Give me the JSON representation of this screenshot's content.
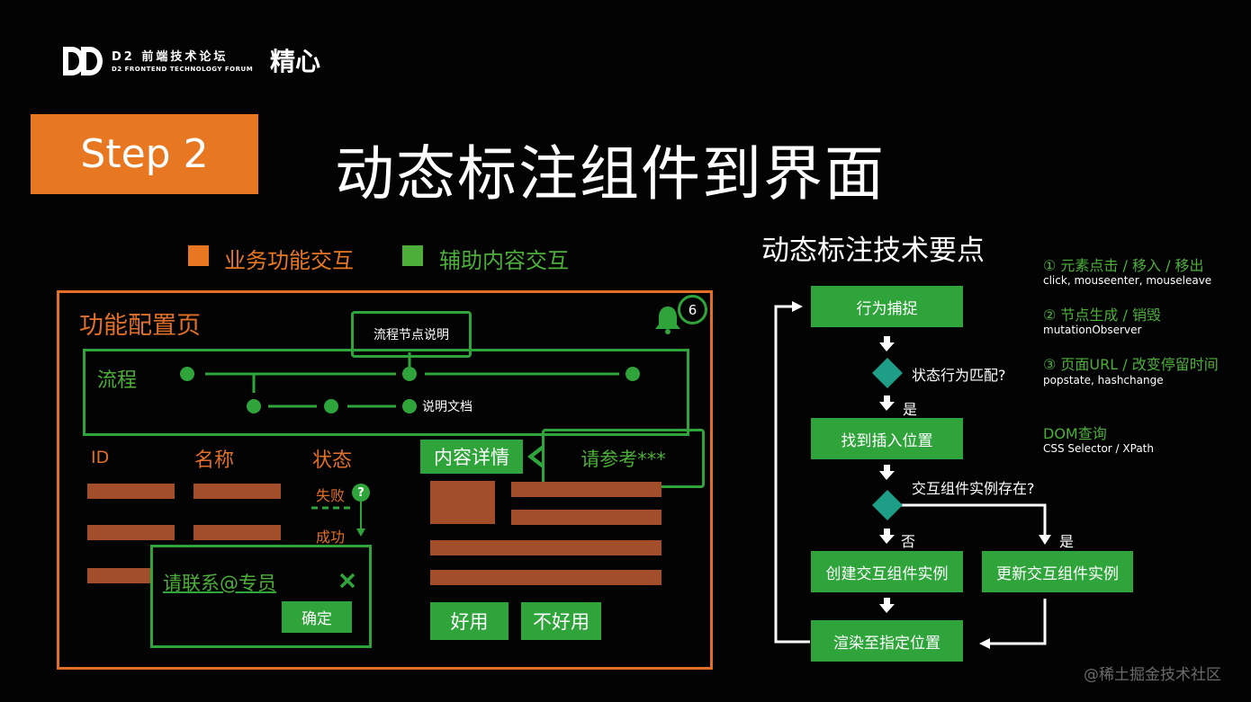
{
  "brand": {
    "logo_mark": "DD",
    "name_cn": "D2 前端技术论坛",
    "name_en": "D2 FRONTEND TECHNOLOGY FORUM",
    "partner": "精心"
  },
  "step_badge": "Step 2",
  "title": "动态标注组件到界面",
  "legend": [
    {
      "label": "业务功能交互",
      "color": "#E87722"
    },
    {
      "label": "辅助内容交互",
      "color": "#4DAF3A"
    }
  ],
  "mock_page": {
    "heading": "功能配置页",
    "bell_count": "6",
    "flow_label": "流程",
    "flow_tooltip": "流程节点说明",
    "flow_doc": "说明文档",
    "columns": [
      "ID",
      "名称",
      "状态"
    ],
    "status_fail": "失败",
    "status_success": "成功",
    "help_icon": "?",
    "detail_title": "内容详情",
    "detail_tip": "请参考***",
    "contact_text": "请联系@专员",
    "confirm_btn": "确定",
    "good_btn": "好用",
    "bad_btn": "不好用"
  },
  "tech": {
    "title": "动态标注技术要点",
    "steps": {
      "capture": "行为捕捉",
      "match_q": "状态行为匹配?",
      "yes1": "是",
      "find": "找到插入位置",
      "exist_q": "交互组件实例存在?",
      "no": "否",
      "yes2": "是",
      "create": "创建交互组件实例",
      "update": "更新交互组件实例",
      "render": "渲染至指定位置"
    },
    "notes": [
      {
        "title": "① 元素点击 / 移入 / 移出",
        "sub": "click, mouseenter, mouseleave"
      },
      {
        "title": "② 节点生成 / 销毁",
        "sub": "mutationObserver"
      },
      {
        "title": "③ 页面URL / 改变停留时间",
        "sub": "popstate, hashchange"
      },
      {
        "title": "DOM查询",
        "sub": "CSS Selector / XPath"
      }
    ]
  },
  "watermark": "@稀土掘金技术社区"
}
